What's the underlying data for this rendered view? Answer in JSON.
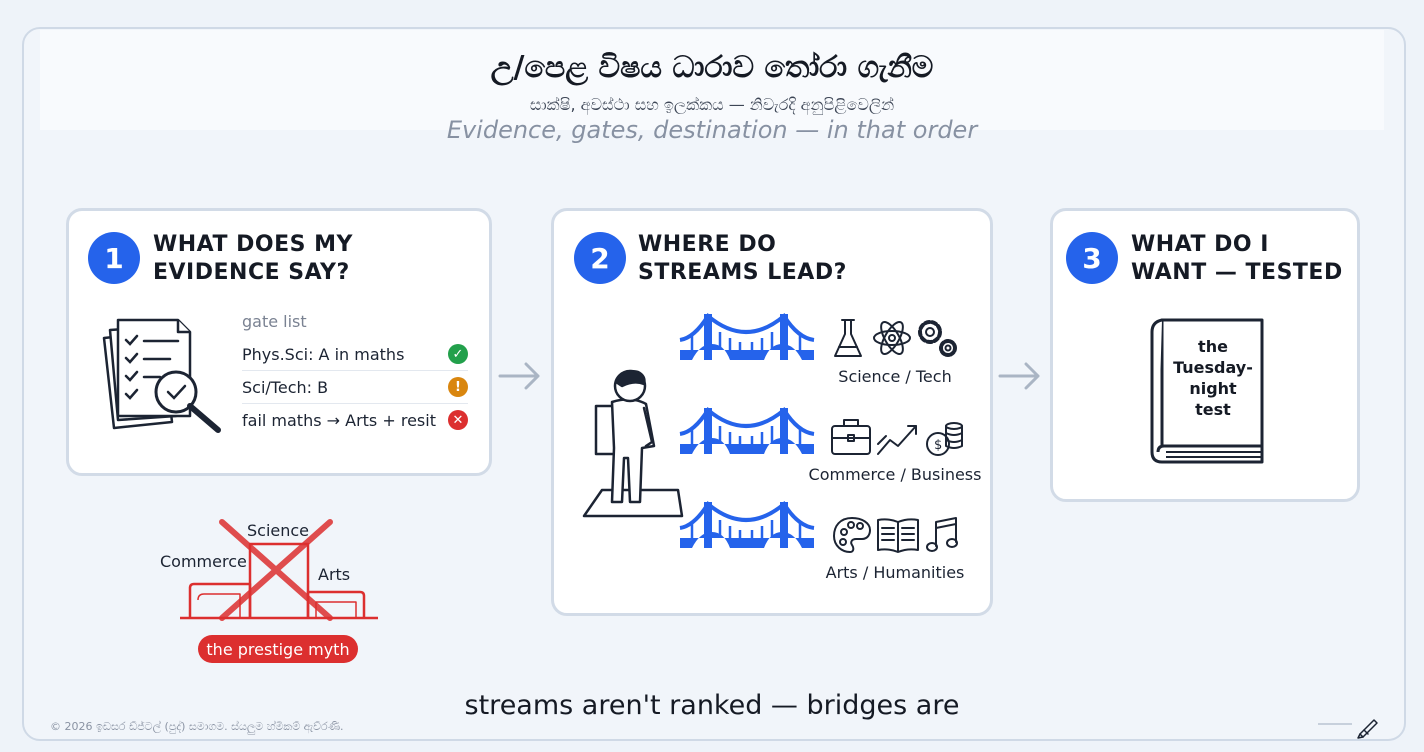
{
  "header": {
    "title": "උ/පෙළ විෂය ධාරාව තෝරා ගැනීම",
    "subtitle": "සාක්ෂි, අවස්ථා සහ ඉලක්කය — නිවැරදි අනුපිළිවෙලින්",
    "ghost_text": "Evidence, gates, destination — in that order"
  },
  "steps": [
    {
      "number": "1",
      "title": "WHAT DOES MY\nEVIDENCE SAY?",
      "icon": "document-magnifier-icon",
      "gate_list": {
        "heading": "gate list",
        "items": [
          {
            "text": "Phys.Sci: A in maths",
            "status": "ok",
            "mark": "✓",
            "color": "#22a04b"
          },
          {
            "text": "Sci/Tech: B",
            "status": "warning",
            "mark": "!",
            "color": "#d9860f"
          },
          {
            "text": "fail maths → Arts + resit",
            "status": "fail",
            "mark": "✕",
            "color": "#dc2f2f"
          }
        ]
      }
    },
    {
      "number": "2",
      "title": "WHERE DO\nSTREAMS LEAD?",
      "icon": "student-backpack-icon",
      "streams": [
        {
          "label": "Science / Tech",
          "icons": [
            "flask-icon",
            "atom-icon",
            "gears-icon"
          ]
        },
        {
          "label": "Commerce / Business",
          "icons": [
            "briefcase-icon",
            "trend-up-icon",
            "coins-icon"
          ]
        },
        {
          "label": "Arts / Humanities",
          "icons": [
            "palette-icon",
            "book-open-icon",
            "music-note-icon"
          ]
        }
      ]
    },
    {
      "number": "3",
      "title": "WHAT DO I\nWANT — TESTED",
      "icon": "book-icon",
      "book_text": "the\nTuesday-\nnight\ntest"
    }
  ],
  "myth": {
    "labels": [
      "Commerce",
      "Science",
      "Arts"
    ],
    "pill": "the prestige myth"
  },
  "footer_line": "streams aren't ranked — bridges are",
  "copyright": "© 2026 ඉඩසර ඩ්ජ්ටල් (පුද්) සමාගම. ස්යලුම හ්මිකම් ඇව්රණි.",
  "colors": {
    "accent": "#2563eb",
    "danger": "#dc2f2f",
    "ok": "#22a04b",
    "warn": "#d9860f"
  }
}
